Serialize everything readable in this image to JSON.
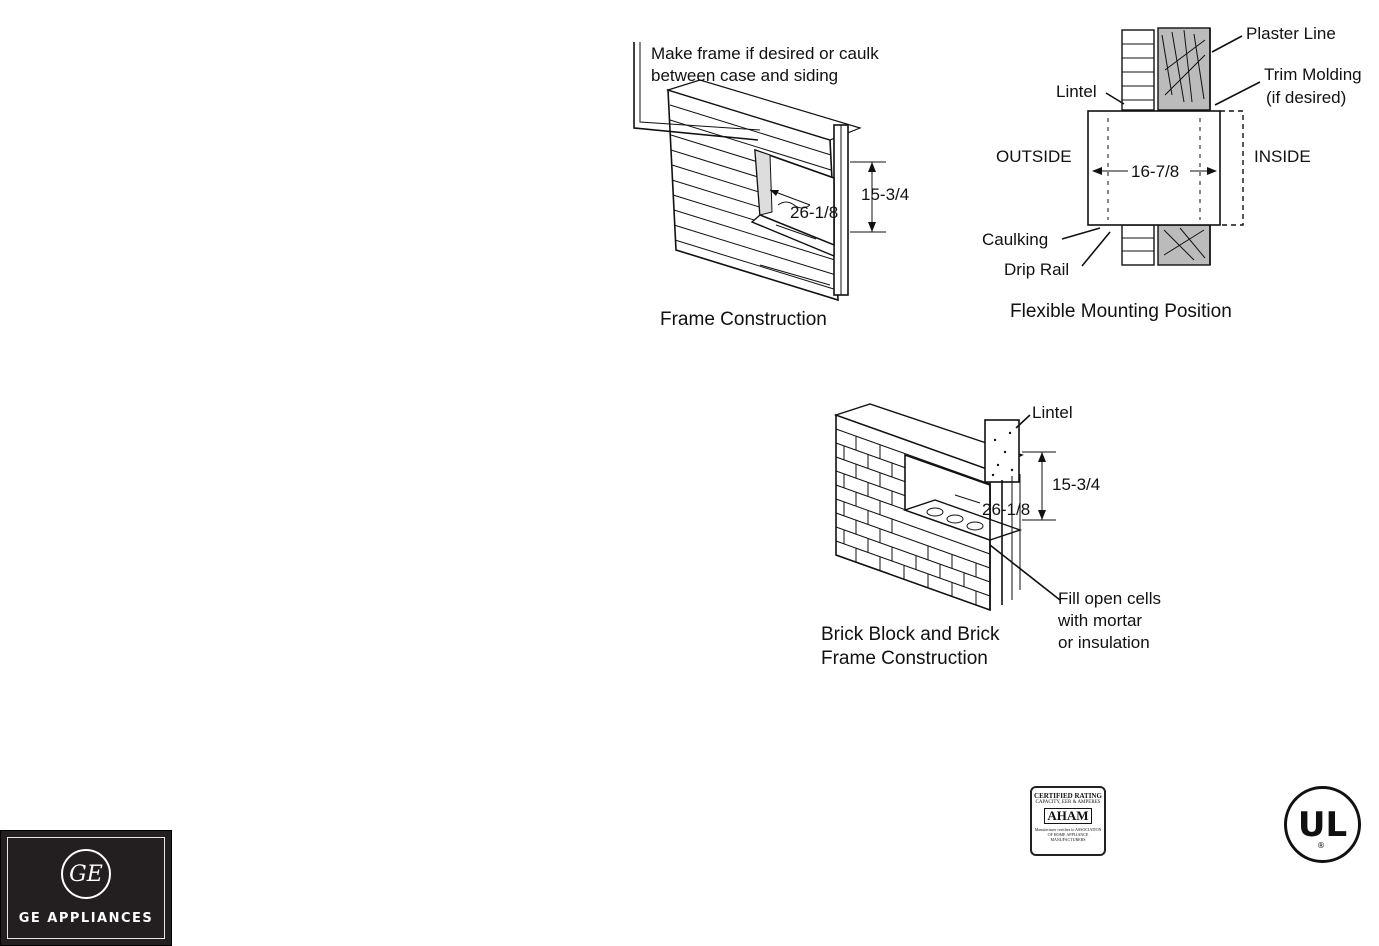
{
  "frame": {
    "note_line1": "Make frame if desired or caulk",
    "note_line2": "between case and siding",
    "dim_height": "15-3/4",
    "dim_width": "26-1/8",
    "caption": "Frame Construction"
  },
  "flexible": {
    "plaster_line": "Plaster Line",
    "lintel": "Lintel",
    "trim_line1": "Trim Molding",
    "trim_line2": "(if desired)",
    "outside": "OUTSIDE",
    "inside": "INSIDE",
    "depth": "16-7/8",
    "caulking": "Caulking",
    "drip_rail": "Drip Rail",
    "caption": "Flexible Mounting Position"
  },
  "brick": {
    "lintel": "Lintel",
    "dim_height": "15-3/4",
    "dim_width": "26-1/8",
    "fill_line1": "Fill open cells",
    "fill_line2": "with mortar",
    "fill_line3": "or insulation",
    "caption_line1": "Brick Block and Brick",
    "caption_line2": "Frame Construction"
  },
  "logos": {
    "ge_monogram": "GE",
    "ge_name": "GE APPLIANCES",
    "aham_line1": "CERTIFIED RATING",
    "aham_line2": "CAPACITY, EER & AMPERES",
    "aham_mark": "AHAM",
    "aham_line3": "Manufacturer certifies to ASSOCIATION OF HOME APPLIANCE MANUFACTURERS",
    "ul_mark": "UL",
    "ul_reg": "®"
  }
}
